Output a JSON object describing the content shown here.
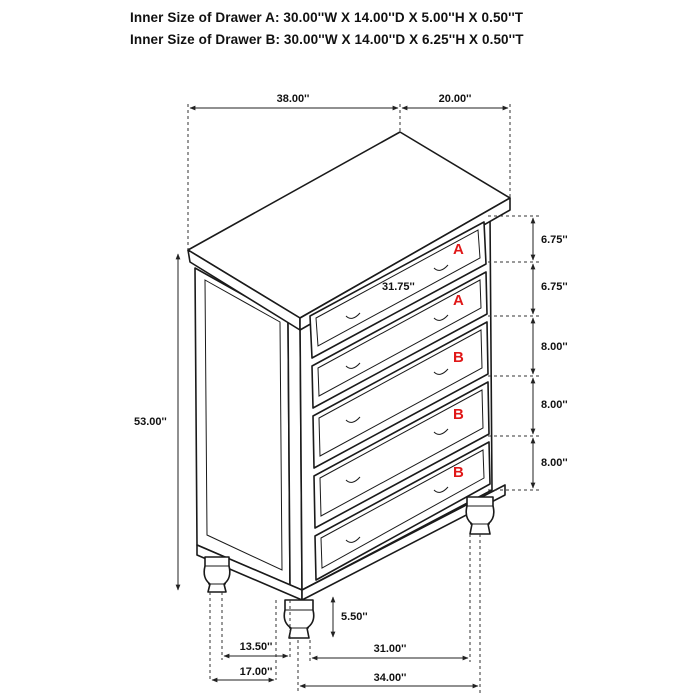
{
  "header": {
    "drawer_a": "Inner Size of Drawer A: 30.00''W X 14.00''D X 5.00''H X 0.50''T",
    "drawer_b": "Inner Size of Drawer B: 30.00''W X 14.00''D X 6.25''H X 0.50''T"
  },
  "dimensions": {
    "top_width": "38.00''",
    "top_depth": "20.00''",
    "overall_height": "53.00''",
    "drawer_face_width": "31.75''",
    "drawer_heights": [
      "6.75''",
      "6.75''",
      "8.00''",
      "8.00''",
      "8.00''"
    ],
    "leg_height": "5.50''",
    "side_inner": "13.50''",
    "side_outer": "17.00''",
    "front_inner": "31.00''",
    "front_outer": "34.00''"
  },
  "drawer_labels": [
    "A",
    "A",
    "B",
    "B",
    "B"
  ]
}
